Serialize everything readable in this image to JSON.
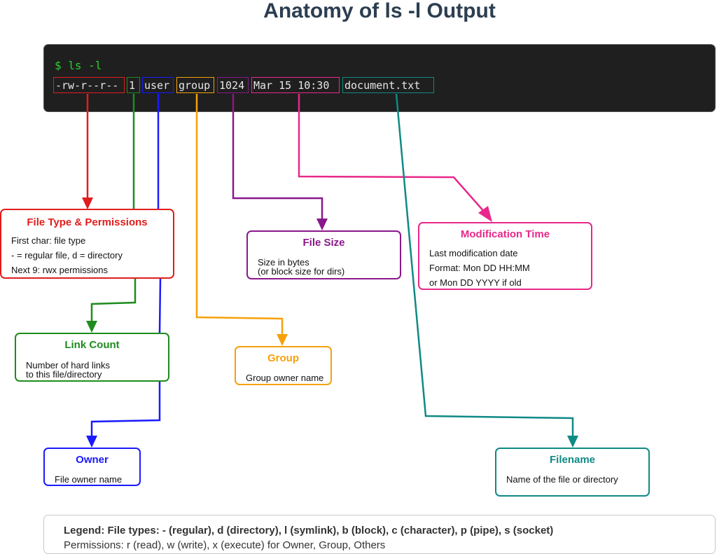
{
  "title": "Anatomy of ls -l Output",
  "terminal": {
    "prompt": "$ ls -l",
    "tokens": [
      {
        "text": "-rw-r--r--",
        "color": "#e11d1d"
      },
      {
        "text": "1",
        "color": "#1e8c1e"
      },
      {
        "text": "user",
        "color": "#1a1aff"
      },
      {
        "text": "group",
        "color": "#f5a10c"
      },
      {
        "text": "1024",
        "color": "#8a188a"
      },
      {
        "text": "Mar 15 10:30",
        "color": "#e8288a"
      },
      {
        "text": "document.txt",
        "color": "#0f8a85"
      }
    ]
  },
  "boxes": {
    "permissions": {
      "title": "File Type & Permissions",
      "lines": [
        "First char: file type",
        "- = regular file, d = directory",
        "Next 9: rwx permissions"
      ],
      "color": "#e11d1d"
    },
    "link_count": {
      "title": "Link Count",
      "lines": [
        "Number of hard links",
        "to this file/directory"
      ],
      "color": "#1e8c1e"
    },
    "owner": {
      "title": "Owner",
      "lines": [
        "File owner name"
      ],
      "color": "#1a1aff"
    },
    "group": {
      "title": "Group",
      "lines": [
        "Group owner name"
      ],
      "color": "#f5a10c"
    },
    "size": {
      "title": "File Size",
      "lines": [
        "Size in bytes",
        "(or block size for dirs)"
      ],
      "color": "#8a188a"
    },
    "mtime": {
      "title": "Modification Time",
      "lines": [
        "Last modification date",
        "Format: Mon DD HH:MM",
        "or Mon DD YYYY if old"
      ],
      "color": "#e8288a"
    },
    "filename": {
      "title": "Filename",
      "lines": [
        "Name of the file or directory"
      ],
      "color": "#0f8a85"
    }
  },
  "legend": {
    "line1": "Legend: File types: - (regular), d (directory), l (symlink), b (block), c (character), p (pipe), s (socket)",
    "line2": "Permissions: r (read), w (write), x (execute) for Owner, Group, Others"
  }
}
